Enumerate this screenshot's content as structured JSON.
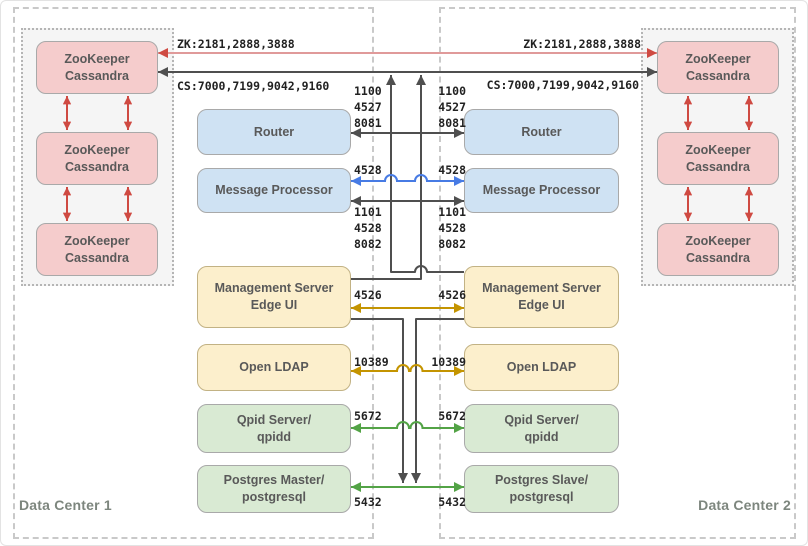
{
  "frame": {
    "dc1_label": "Data Center 1",
    "dc2_label": "Data Center 2"
  },
  "links": {
    "zk": "ZK:2181,2888,3888",
    "cs": "CS:7000,7199,9042,9160",
    "router_ports": "1100\n4527\n8081",
    "mp_sync_port": "4528",
    "mp_mgmt_ports": "1101\n4528\n8082",
    "ms_port": "4526",
    "ldap_port": "10389",
    "qpid_port": "5672",
    "postgres_port": "5432"
  },
  "boxes": {
    "zookeeper": "ZooKeeper\nCassandra",
    "router": "Router",
    "message_processor": "Message Processor",
    "management_server": "Management Server\nEdge UI",
    "open_ldap": "Open LDAP",
    "qpid": "Qpid Server/\nqpidd",
    "postgres_master": "Postgres Master/\npostgresql",
    "postgres_slave": "Postgres Slave/\npostgresql"
  },
  "colors": {
    "pink_fill": "#f5cccc",
    "blue_fill": "#cfe2f3",
    "yellow_fill": "#fcefcc",
    "green_fill": "#d9ead3",
    "red_arrow": "#cf4a42",
    "red_line": "#e09a9a",
    "dark_arrow": "#4f4f4f",
    "blue_arrow": "#477be4",
    "gold_arrow": "#c49400",
    "green_arrow": "#53a346"
  }
}
